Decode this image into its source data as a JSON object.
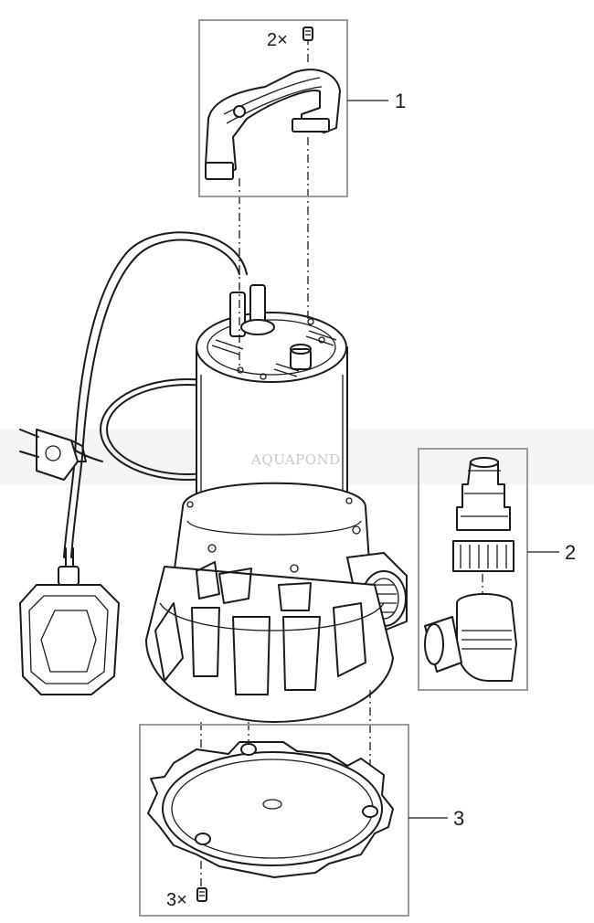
{
  "parts": [
    {
      "callout": "1",
      "qty": "2×"
    },
    {
      "callout": "2"
    },
    {
      "callout": "3",
      "qty": "3×"
    }
  ],
  "watermark": "AQUAPOND"
}
